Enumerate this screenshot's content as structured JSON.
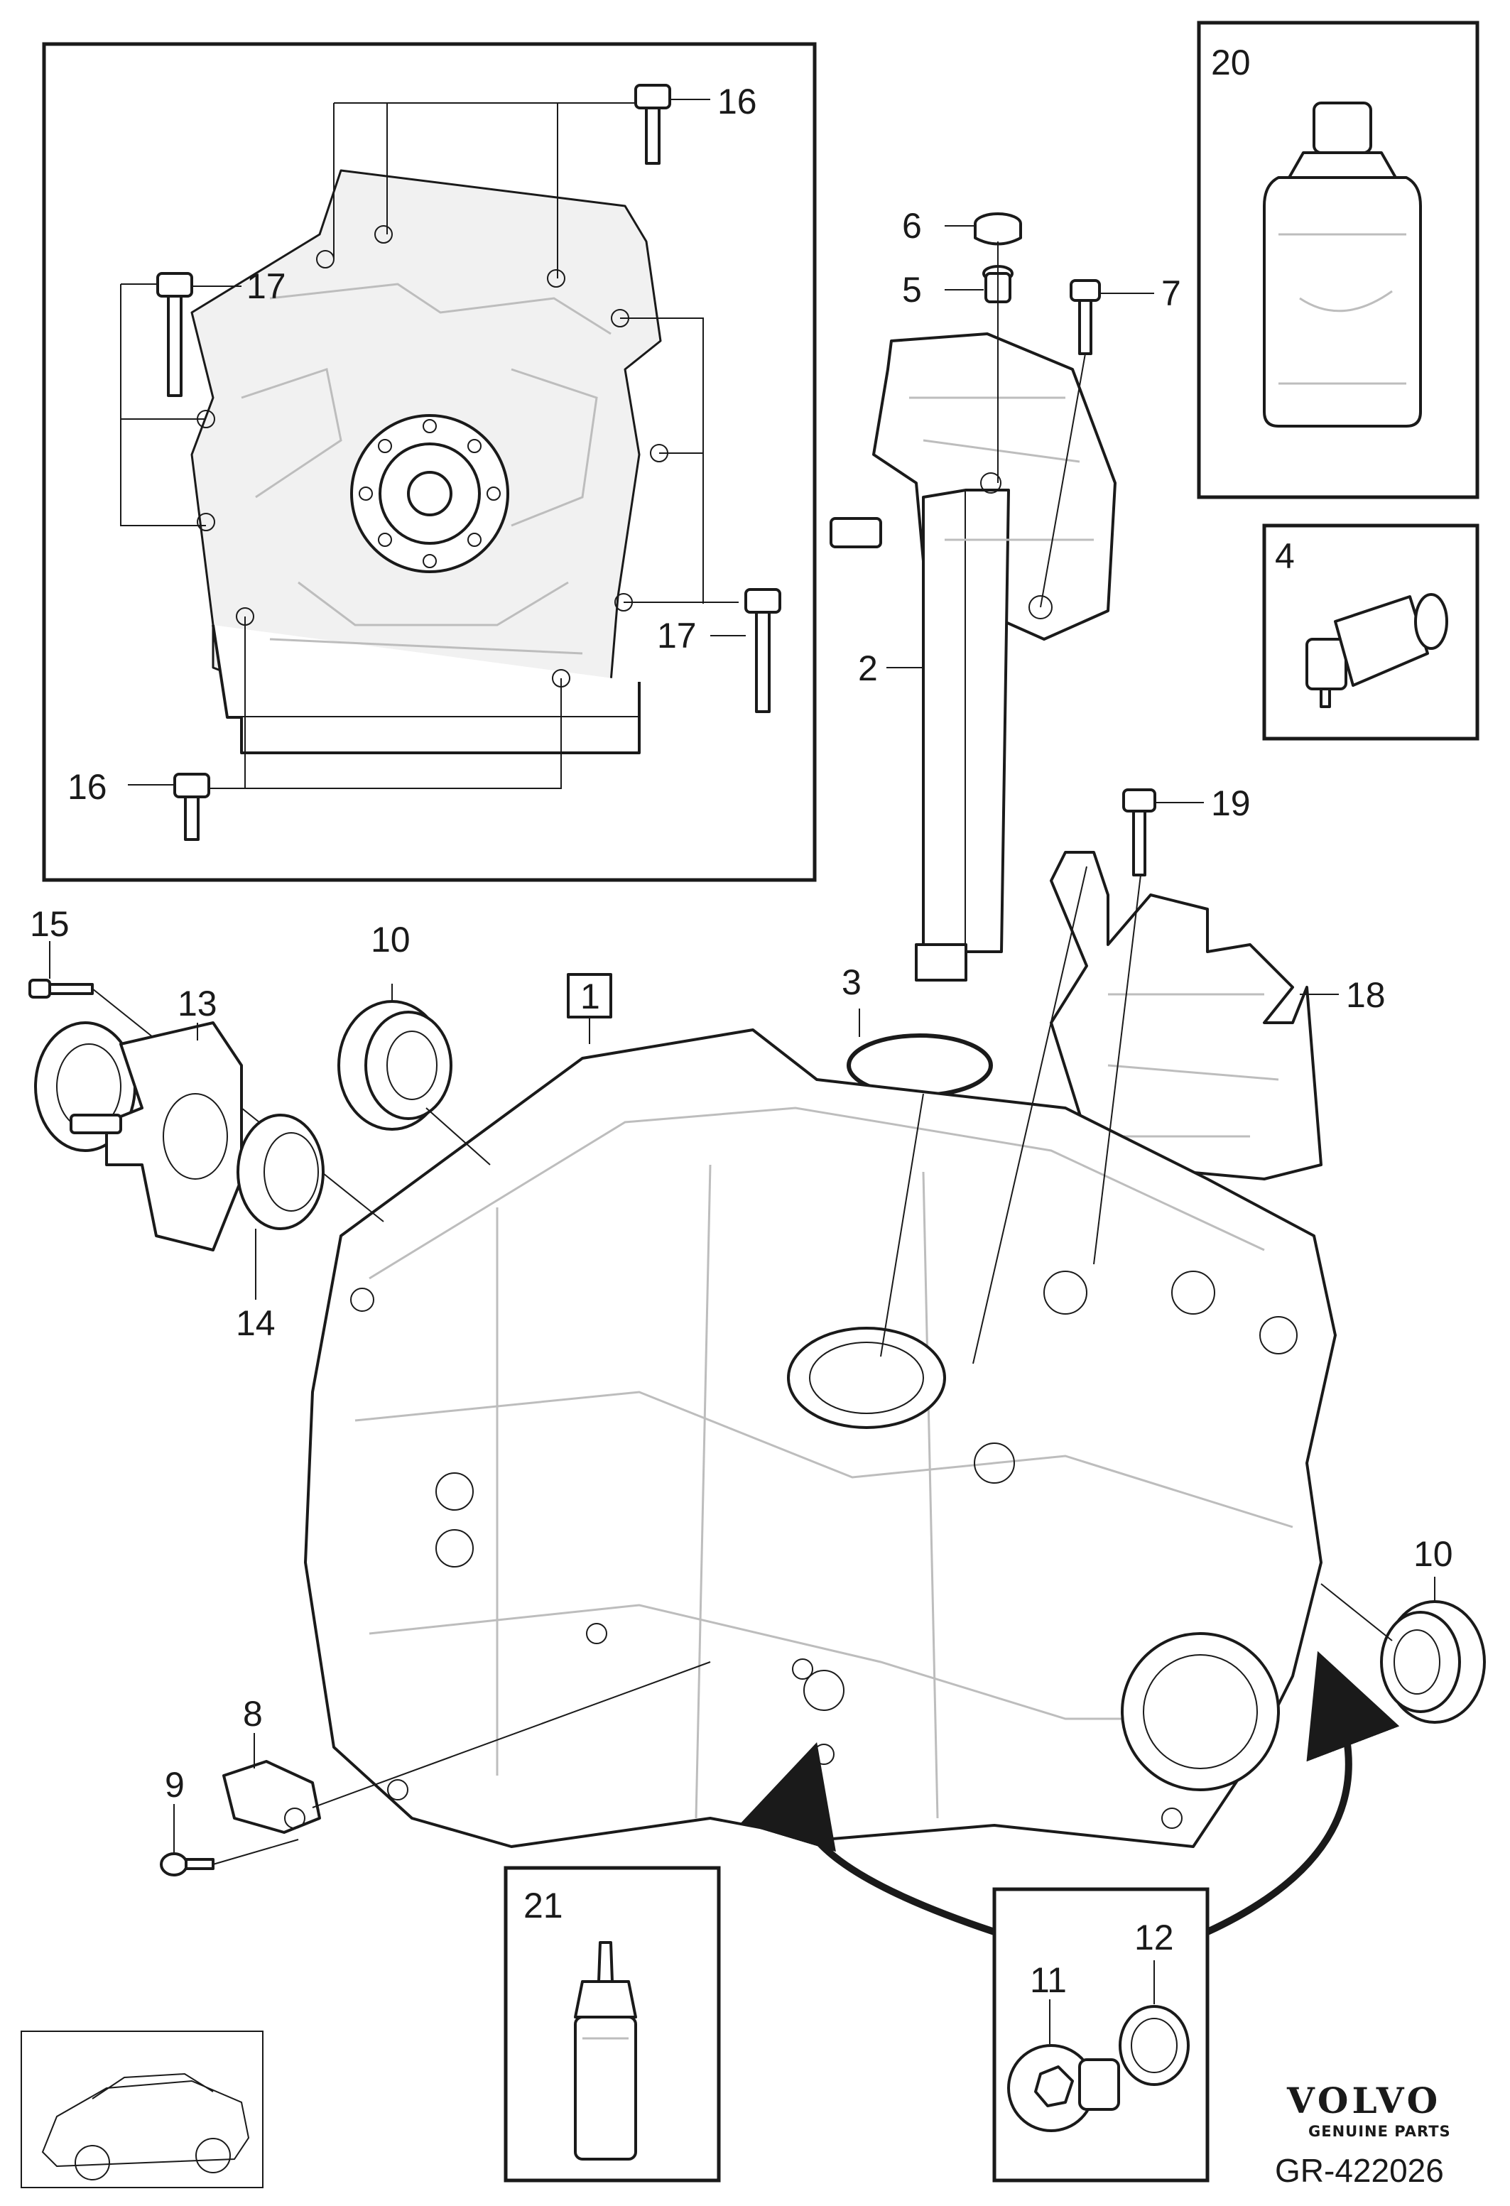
{
  "diagram": {
    "reference_code": "GR-422026",
    "brand": {
      "name": "VOLVO",
      "subtitle": "GENUINE PARTS"
    },
    "callouts": {
      "p1": "1",
      "p2": "2",
      "p3": "3",
      "p4": "4",
      "p5": "5",
      "p6": "6",
      "p7": "7",
      "p8": "8",
      "p9": "9",
      "p10a": "10",
      "p10b": "10",
      "p11": "11",
      "p12": "12",
      "p13": "13",
      "p14": "14",
      "p15": "15",
      "p16a": "16",
      "p16b": "16",
      "p17a": "17",
      "p17b": "17",
      "p18": "18",
      "p19": "19",
      "p20": "20",
      "p21": "21"
    }
  }
}
